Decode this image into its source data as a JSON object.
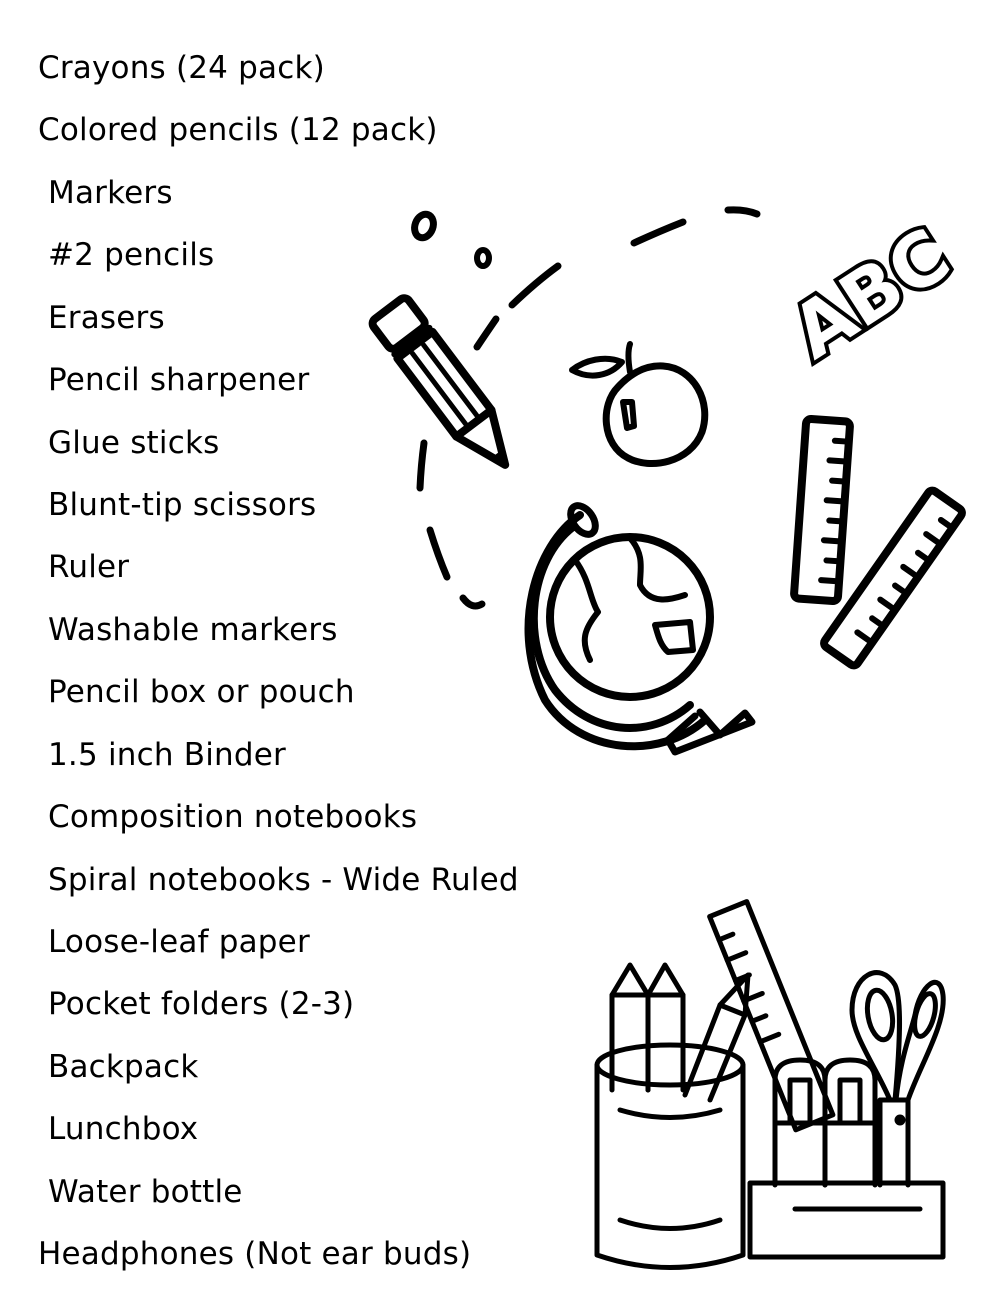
{
  "supply_list": {
    "items": [
      "Crayons (24 pack)",
      "Colored pencils (12 pack)",
      "Markers",
      "#2 pencils",
      "Erasers",
      "Pencil sharpener",
      "Glue sticks",
      "Blunt-tip scissors",
      "Ruler",
      "Washable markers",
      "Pencil box or pouch",
      "1.5 inch Binder",
      "Composition notebooks",
      "Spiral notebooks - Wide Ruled",
      "Loose-leaf paper",
      "Pocket folders (2-3)",
      "Backpack",
      "Lunchbox",
      "Water bottle",
      "Headphones (Not ear buds)"
    ]
  },
  "illustrations": {
    "top_cluster": [
      "pencil-icon",
      "apple-icon",
      "abc-letters-icon",
      "globe-icon",
      "ruler-icon",
      "ruler-icon",
      "dashed-arc"
    ],
    "abc_text": "ABC",
    "bottom_cluster": [
      "pencil-cup-icon",
      "pencil-icon",
      "ruler-icon",
      "glue-stick-icon",
      "scissors-icon",
      "desk-organizer-icon"
    ]
  },
  "colors": {
    "ink": "#000000",
    "background": "#ffffff"
  }
}
